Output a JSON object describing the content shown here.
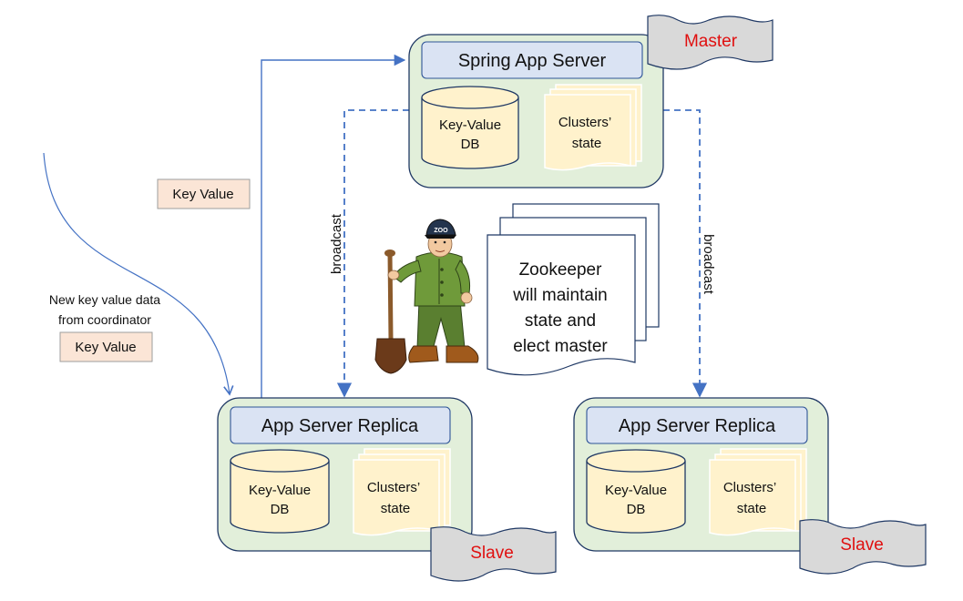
{
  "master_node": {
    "header": "Spring App Server",
    "db_label_line1": "Key-Value",
    "db_label_line2": "DB",
    "state_label_line1": "Clusters’",
    "state_label_line2": "state",
    "tag": "Master"
  },
  "replica_left": {
    "header": "App Server Replica",
    "db_label_line1": "Key-Value",
    "db_label_line2": "DB",
    "state_label_line1": "Clusters’",
    "state_label_line2": "state",
    "tag": "Slave"
  },
  "replica_right": {
    "header": "App Server Replica",
    "db_label_line1": "Key-Value",
    "db_label_line2": "DB",
    "state_label_line1": "Clusters’",
    "state_label_line2": "state",
    "tag": "Slave"
  },
  "zookeeper_note": {
    "line1": "Zookeeper",
    "line2": "will maintain",
    "line3": "state and",
    "line4": "elect master",
    "cap_text": "ZOO"
  },
  "edges": {
    "broadcast_left": "broadcast",
    "broadcast_right": "broadcast"
  },
  "annotations": {
    "key_value_chip_top": "Key Value",
    "incoming_line1": "New key value data",
    "incoming_line2": "from coordinator",
    "key_value_chip_bottom": "Key Value"
  },
  "colors": {
    "node_fill": "#e2efda",
    "node_stroke": "#1f3864",
    "header_fill": "#dae3f3",
    "db_fill": "#fff2cc",
    "doc_fill": "#fff2cc",
    "tag_fill": "#d9d9d9",
    "tag_text": "#e01010",
    "chip_fill": "#fbe5d6",
    "arrow": "#4472c4"
  }
}
